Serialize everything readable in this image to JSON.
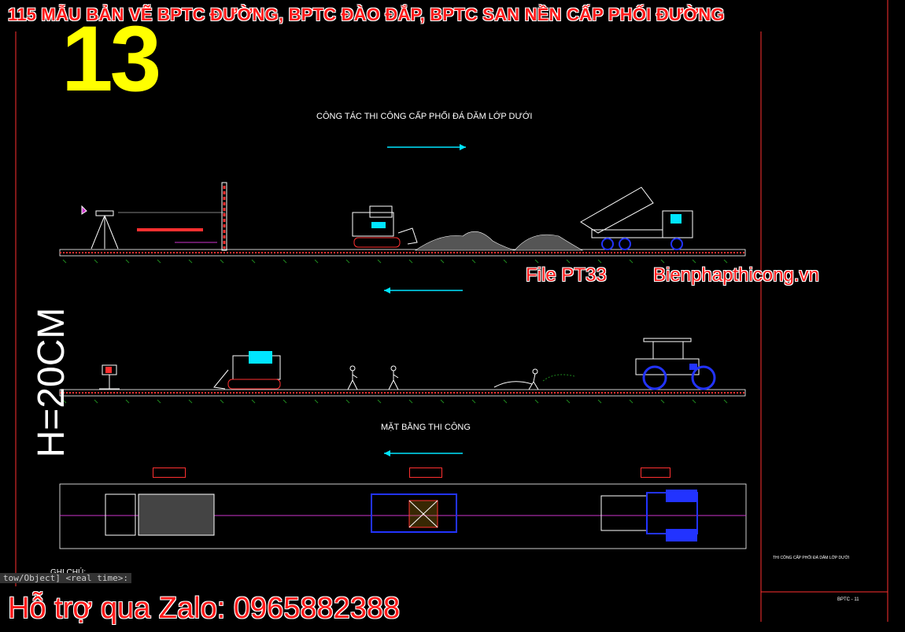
{
  "banner": {
    "title": "115 MẪU BẢN VẼ BPTC ĐƯỜNG, BPTC ĐÀO ĐẮP, BPTC SAN NỀN CẤP PHỐI ĐƯỜNG",
    "number": "13"
  },
  "drawing": {
    "section1_title": "CÔNG TÁC THI CÔNG CẤP PHỐI ĐÁ DĂM LỚP DƯỚI",
    "section3_title": "MẶT BẰNG THI CÔNG",
    "thickness_label": "H=20CM",
    "file_label": "File PT33",
    "site_label": "Bienphapthicong.vn",
    "notes_heading": "GHI CHÚ:",
    "titleblock_caption": "THI CÔNG CẤP PHỐI ĐÁ DĂM LỚP DƯỚI",
    "sheet_number": "BPTC - 11"
  },
  "cad": {
    "command_line": "tow/Object] <real time>:"
  },
  "footer": {
    "support": "Hỗ trợ qua Zalo: 0965882388"
  },
  "colors": {
    "banner_red": "#ff1a1a",
    "number_yellow": "#ffff00",
    "cad_cyan": "#00e5ff",
    "cad_red": "#ff3030",
    "cad_blue": "#2233ff",
    "cad_magenta": "#cc33cc",
    "ground_green": "#1f8a1f"
  }
}
